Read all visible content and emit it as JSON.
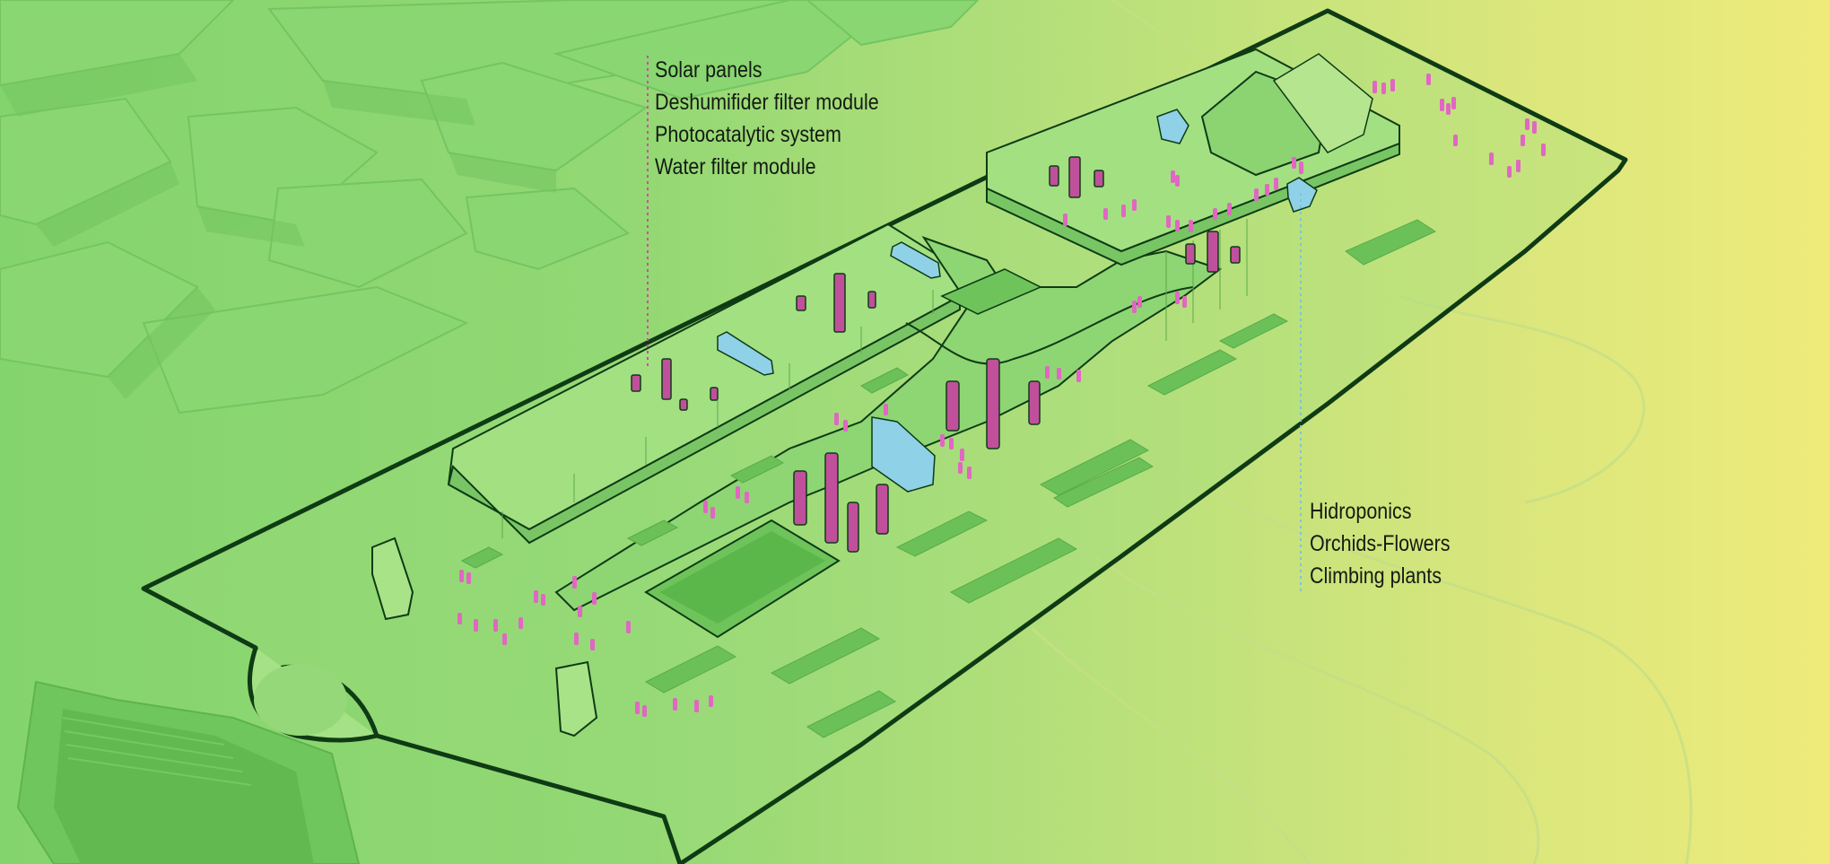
{
  "annotations": {
    "roof_systems": [
      "Solar panels",
      "Deshumifider filter module",
      "Photocatalytic system",
      "Water filter module"
    ],
    "vertical_gardens": [
      "Hidroponics",
      "Orchids-Flowers",
      "Climbing plants"
    ]
  },
  "colors": {
    "background_left": "#86d66e",
    "background_right": "#ebeb7b",
    "outline": "#0e3b14",
    "people": "#e067c2",
    "tower_fill": "#c0509b",
    "panel_fill": "#8fd1e6",
    "leader_line_left": "#c94fa3",
    "leader_line_right": "#7fc4d6"
  }
}
